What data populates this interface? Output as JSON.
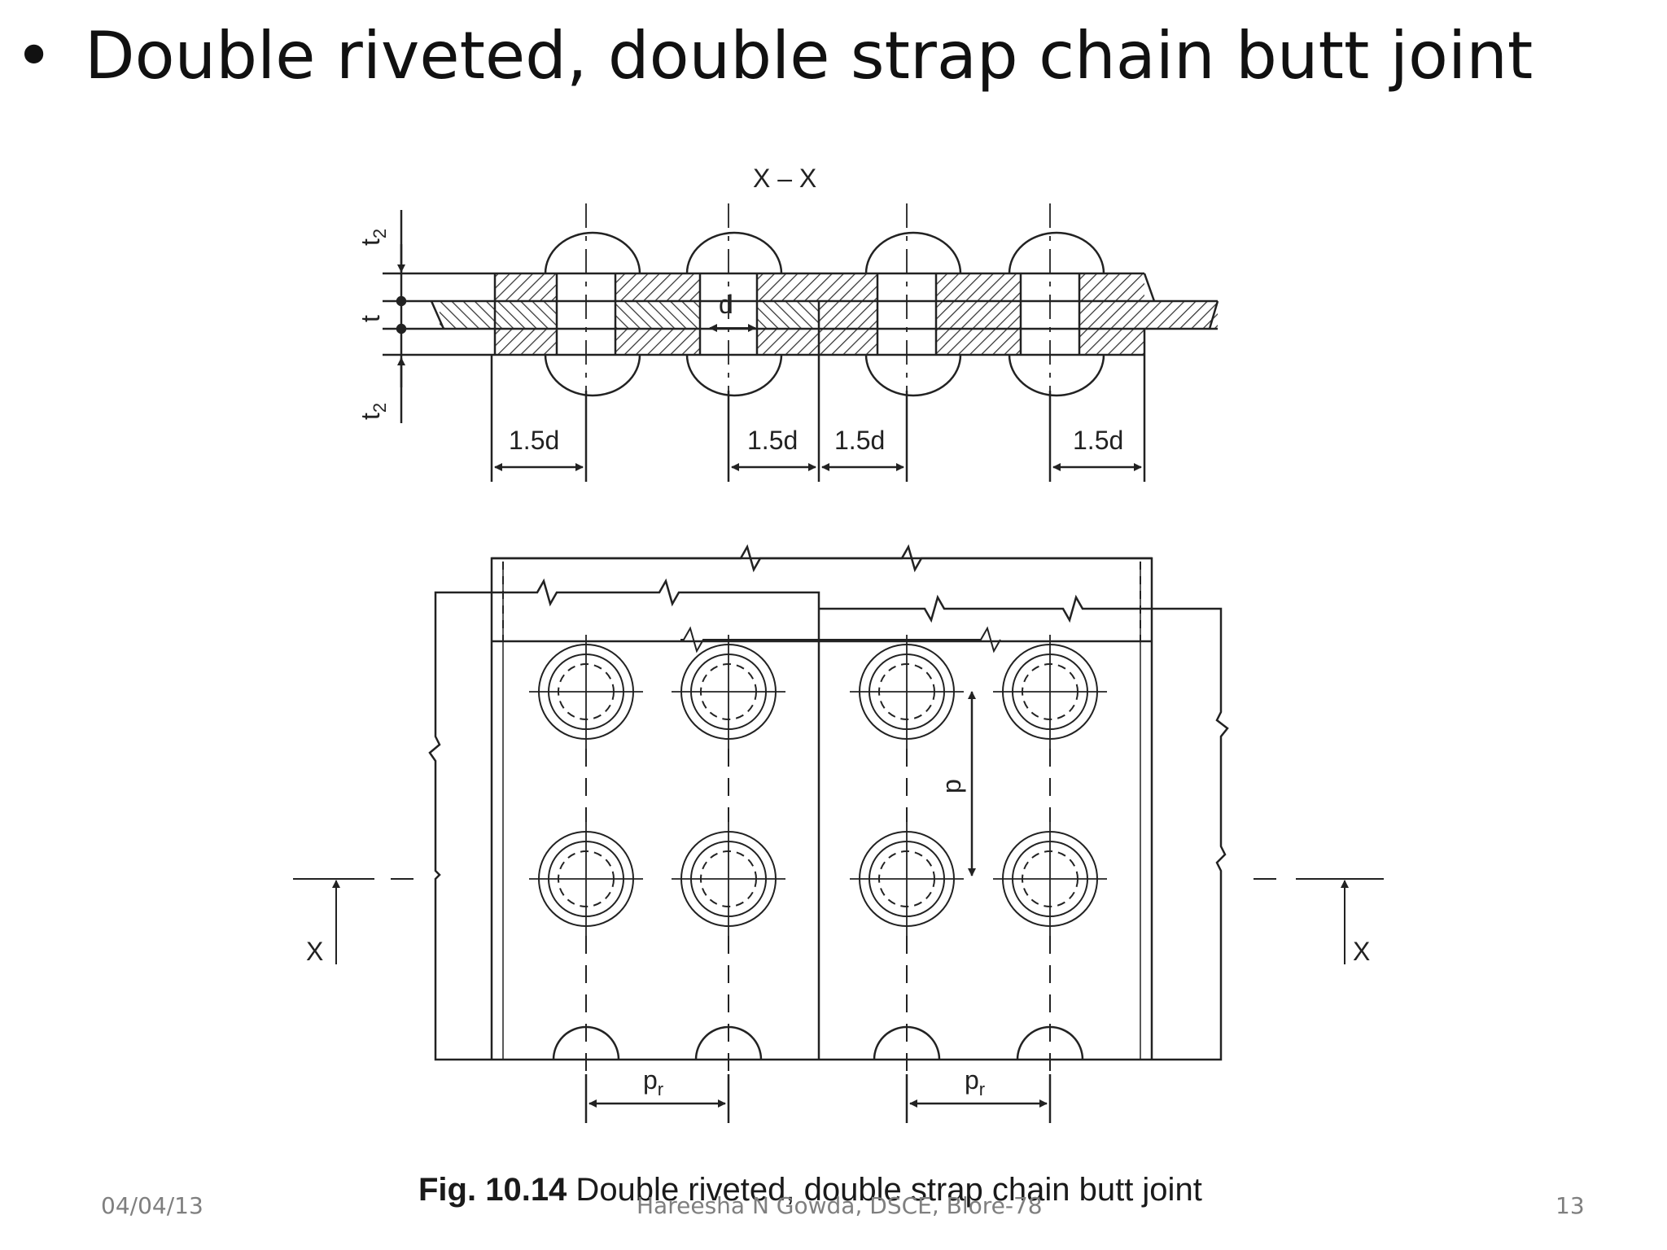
{
  "slide": {
    "bullet": "•",
    "title": "Double riveted, double strap chain butt joint"
  },
  "diagram": {
    "section_label": "X – X",
    "labels": {
      "t2": "t",
      "t2_sub": "2",
      "t": "t",
      "d": "d",
      "edge": "1.5d",
      "p": "p",
      "pr": "p",
      "pr_sub": "r",
      "x": "X"
    },
    "caption_bold": "Fig. 10.14",
    "caption_text": " Double riveted, double strap chain butt joint"
  },
  "footer": {
    "date": "04/04/13",
    "author": "Hareesha N Gowda, DSCE, Blore-78",
    "page": "13"
  },
  "colors": {
    "line": "#222222",
    "hatch": "#333333",
    "footer_text": "#7f7f7f"
  }
}
